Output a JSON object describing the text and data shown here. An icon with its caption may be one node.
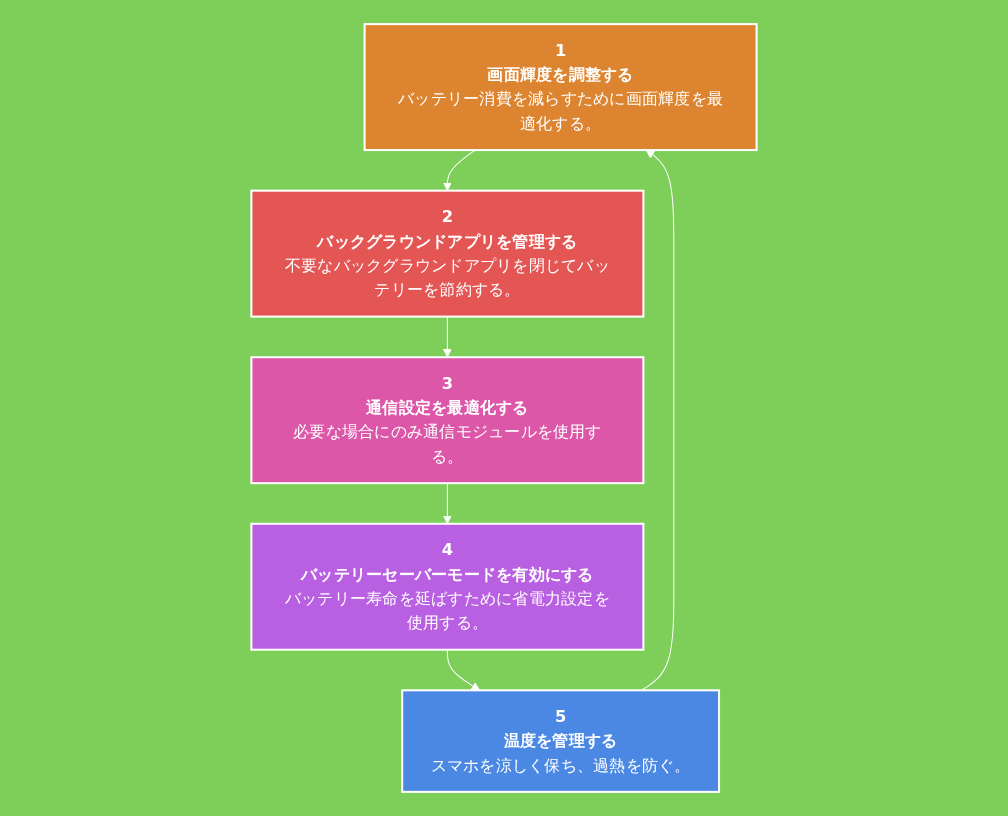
{
  "diagram": {
    "nodes": [
      {
        "text": [
          "1",
          "画面輝度を調整する",
          "バッテリー消費を減らすために画面輝度を最適化する。"
        ]
      },
      {
        "text": [
          "2",
          "バックグラウンドアプリを管理する",
          "不要なバックグラウンドアプリを閉じてバッテリーを節約する。"
        ]
      },
      {
        "text": [
          "3",
          "通信設定を最適化する",
          "必要な場合にのみ通信モジュールを使用する。"
        ]
      },
      {
        "text": [
          "4",
          "バッテリーセーバーモードを有効にする",
          "バッテリー寿命を延ばすために省電力設定を使用する。"
        ]
      },
      {
        "text": [
          "5",
          "温度を管理する",
          "スマホを涼しく保ち、過熱を防ぐ。"
        ]
      }
    ],
    "edges": [
      {
        "from": 0,
        "to": 1,
        "arrow": "to"
      },
      {
        "from": 1,
        "to": 2,
        "arrow": "to"
      },
      {
        "from": 2,
        "to": 3,
        "arrow": "to"
      },
      {
        "from": 3,
        "to": 4,
        "arrow": "to"
      },
      {
        "from": 4,
        "to": 0,
        "arrow": "to"
      }
    ]
  }
}
